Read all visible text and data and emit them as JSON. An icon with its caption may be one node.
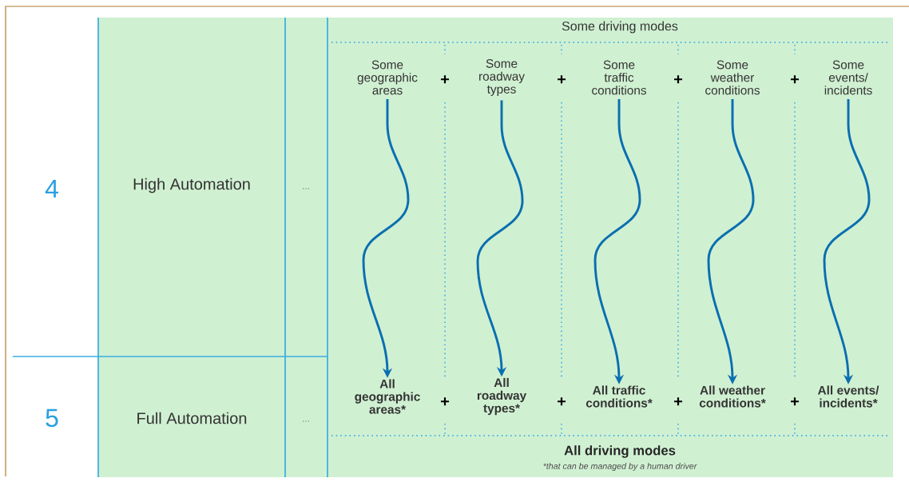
{
  "diagram": {
    "nodes": [
      {
        "text": [
          "Some geographic areas"
        ]
      },
      {
        "text": [
          "Some roadway types"
        ]
      },
      {
        "text": [
          "Some traffic conditions"
        ]
      },
      {
        "text": [
          "Some weather conditions"
        ]
      },
      {
        "text": [
          "Some events/ incidents"
        ]
      },
      {
        "text": [
          "All geographic areas*"
        ]
      },
      {
        "text": [
          "All roadway types*"
        ]
      },
      {
        "text": [
          "All traffic conditions*"
        ]
      },
      {
        "text": [
          "All weather conditions*"
        ]
      },
      {
        "text": [
          "All events/ incidents*"
        ]
      }
    ],
    "edges": [
      {
        "from": 0,
        "to": 5,
        "arrow": "to"
      },
      {
        "from": 1,
        "to": 6,
        "arrow": "to"
      },
      {
        "from": 2,
        "to": 7,
        "arrow": "to"
      },
      {
        "from": 3,
        "to": 8,
        "arrow": "to"
      },
      {
        "from": 4,
        "to": 9,
        "arrow": "to"
      }
    ],
    "labels": [
      "Some driving modes",
      "+",
      "+",
      "+",
      "+",
      "4",
      "High Automation",
      "...",
      "+",
      "+",
      "+",
      "+",
      "5",
      "Full Automation",
      "...",
      "All driving modes",
      "*that can be managed by a human driver"
    ]
  }
}
